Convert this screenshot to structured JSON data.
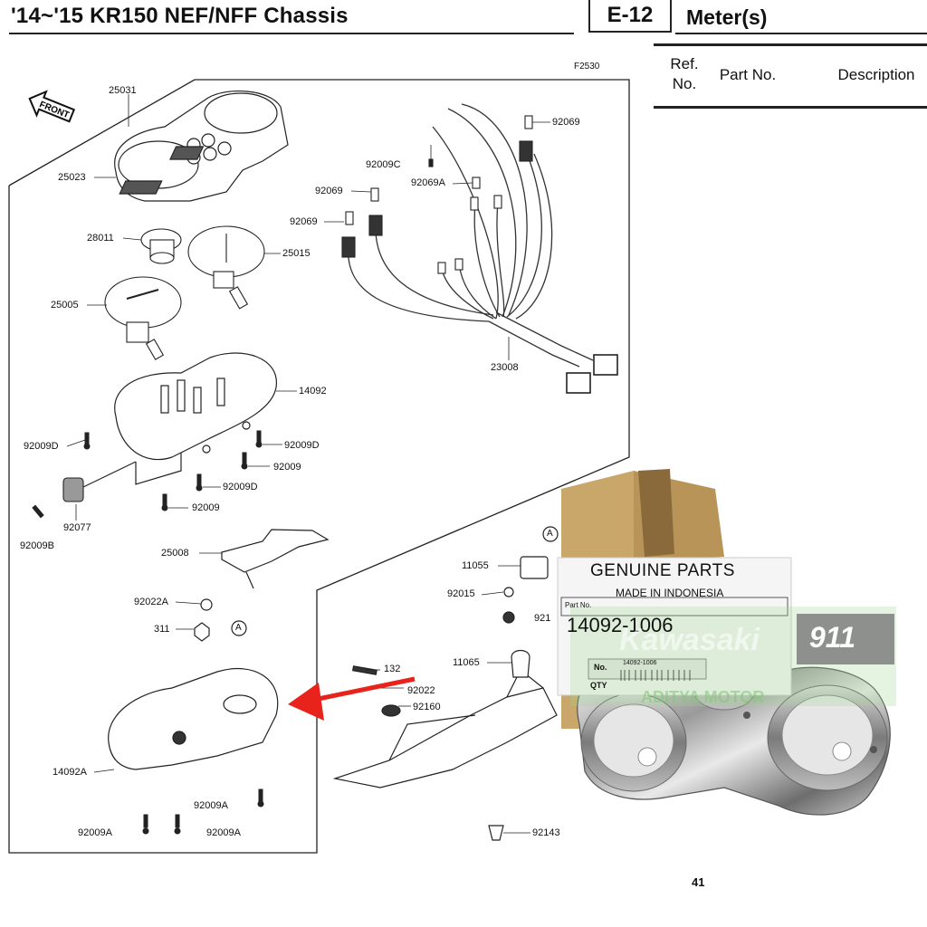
{
  "header": {
    "title": "'14~'15 KR150 NEF/NFF Chassis",
    "section_code": "E-12",
    "section_title": "Meter(s)"
  },
  "table_header": {
    "ref_no": "Ref. No.",
    "part_no": "Part No.",
    "description": "Description"
  },
  "figure": {
    "code": "F2530",
    "front_label": "FRONT",
    "callout_marker": "A",
    "labels": {
      "l25031": "25031",
      "l25023": "25023",
      "l28011": "28011",
      "l25015": "25015",
      "l25005": "25005",
      "l14092": "14092",
      "l92009d_a": "92009D",
      "l92009d_b": "92009D",
      "l92009_a": "92009",
      "l92009d_c": "92009D",
      "l92009_b": "92009",
      "l92077": "92077",
      "l92009b": "92009B",
      "l25008": "25008",
      "l92022a": "92022A",
      "l311": "311",
      "l14092a": "14092A",
      "l92009a_a": "92009A",
      "l92009a_b": "92009A",
      "l92009a_c": "92009A",
      "l92069_a": "92069",
      "l92009c": "92009C",
      "l92069a": "92069A",
      "l92069_b": "92069",
      "l92069_c": "92069",
      "l23008": "23008",
      "l11055": "11055",
      "l92015": "92015",
      "l921": "921",
      "l11065": "11065",
      "l132": "132",
      "l92022": "92022",
      "l92160": "92160",
      "l92143": "92143"
    }
  },
  "photo": {
    "label_title": "GENUINE PARTS",
    "label_origin": "MADE IN INDONESIA",
    "part_no_caption": "Part No.",
    "part_number": "14092-1006",
    "small_part_number": "14092-1006",
    "no_caption": "No.",
    "qty_caption": "QTY",
    "watermark_brand": "Kawasaki",
    "watermark_number": "911",
    "watermark_shop": "ADITYA MOTOR"
  },
  "footer": {
    "page_number": "41"
  },
  "colors": {
    "arrow": "#e8231b",
    "box": "#c9a76b",
    "label_bg": "#f4f4f4",
    "watermark_green": "#8fcf7a"
  }
}
